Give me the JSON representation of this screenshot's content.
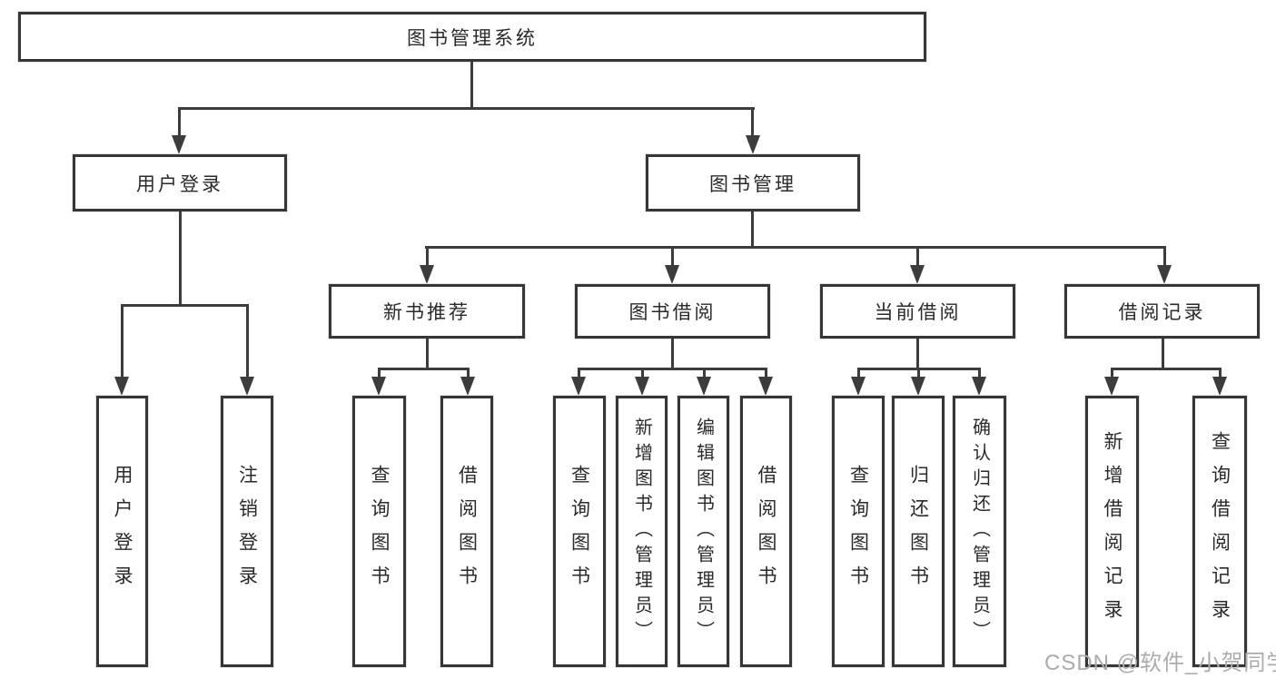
{
  "diagram": {
    "root": {
      "label": "图书管理系统"
    },
    "level1": [
      {
        "id": "user-login",
        "label": "用户登录"
      },
      {
        "id": "book-management",
        "label": "图书管理"
      }
    ],
    "level2": [
      {
        "id": "new-book-recommend",
        "label": "新书推荐"
      },
      {
        "id": "book-borrow",
        "label": "图书借阅"
      },
      {
        "id": "current-borrow",
        "label": "当前借阅"
      },
      {
        "id": "borrow-records",
        "label": "借阅记录"
      }
    ],
    "leaves": [
      {
        "parent": "user-login",
        "label": "用户登录"
      },
      {
        "parent": "user-login",
        "label": "注销登录"
      },
      {
        "parent": "new-book-recommend",
        "label": "查询图书"
      },
      {
        "parent": "new-book-recommend",
        "label": "借阅图书"
      },
      {
        "parent": "book-borrow",
        "label": "查询图书"
      },
      {
        "parent": "book-borrow",
        "label": "新增图书（管理员）"
      },
      {
        "parent": "book-borrow",
        "label": "编辑图书（管理员）"
      },
      {
        "parent": "book-borrow",
        "label": "借阅图书"
      },
      {
        "parent": "current-borrow",
        "label": "查询图书"
      },
      {
        "parent": "current-borrow",
        "label": "归还图书"
      },
      {
        "parent": "current-borrow",
        "label": "确认归还（管理员）"
      },
      {
        "parent": "borrow-records",
        "label": "新增借阅记录"
      },
      {
        "parent": "borrow-records",
        "label": "查询借阅记录"
      }
    ]
  },
  "watermark": {
    "text": "CSDN @软件_小贺同学"
  },
  "colors": {
    "line": "#3c3c3c",
    "box_border": "#363636",
    "text": "#2a2a2a",
    "watermark_text": "#ababab",
    "background": "#ffffff"
  }
}
